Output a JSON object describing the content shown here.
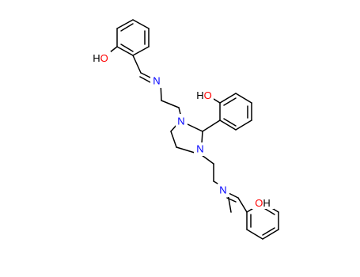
{
  "atom_labels": {
    "o_top": "HO",
    "n_imine_top": "N",
    "n_ring_top": "N",
    "n_ring_bottom": "N",
    "o_middle": "HO",
    "n_imine_bottom": "N",
    "o_bottom": "OH"
  },
  "colors": {
    "bond": "#000000",
    "oxygen": "#ff0000",
    "nitrogen": "#0000ff",
    "hydrogen": "#000000",
    "background": "#ffffff"
  }
}
